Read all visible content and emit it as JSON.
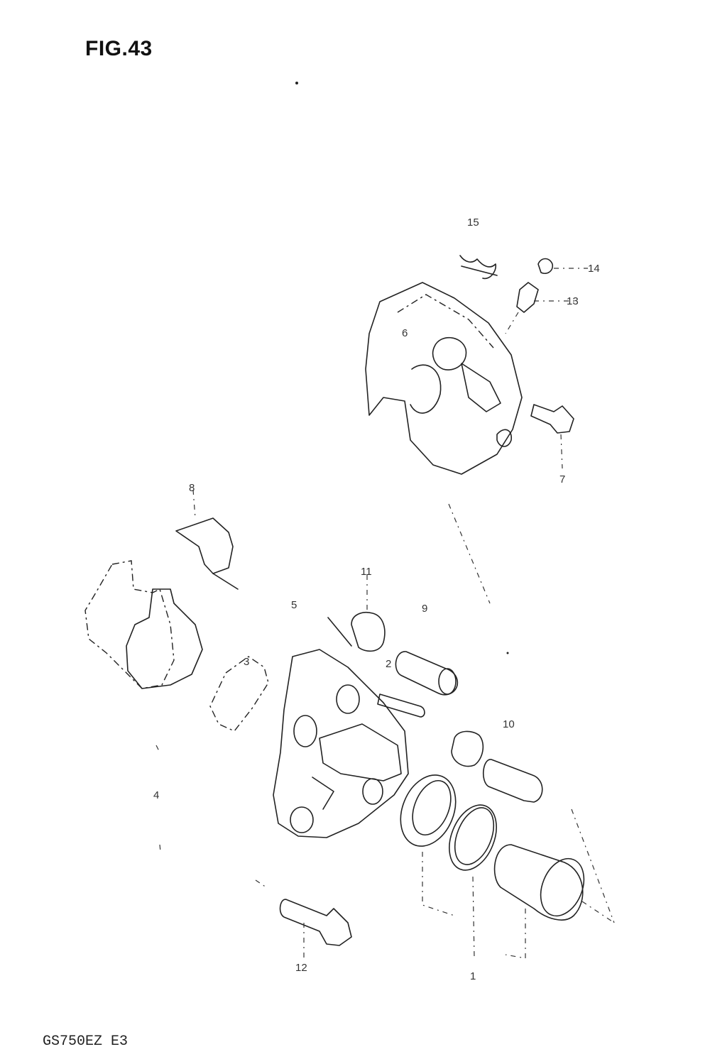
{
  "figure": {
    "title": "FIG.43",
    "model_code": "GS750EZ E3"
  },
  "callouts": [
    {
      "id": "c15",
      "text": "15"
    },
    {
      "id": "c14",
      "text": "14"
    },
    {
      "id": "c13",
      "text": "13"
    },
    {
      "id": "c6",
      "text": "6"
    },
    {
      "id": "c7",
      "text": "7"
    },
    {
      "id": "c8",
      "text": "8"
    },
    {
      "id": "c11",
      "text": "11"
    },
    {
      "id": "c5",
      "text": "5"
    },
    {
      "id": "c9",
      "text": "9"
    },
    {
      "id": "c3",
      "text": "3"
    },
    {
      "id": "c2",
      "text": "2"
    },
    {
      "id": "c10",
      "text": "10"
    },
    {
      "id": "c4",
      "text": "4"
    },
    {
      "id": "c12",
      "text": "12"
    },
    {
      "id": "c1",
      "text": "1"
    }
  ]
}
